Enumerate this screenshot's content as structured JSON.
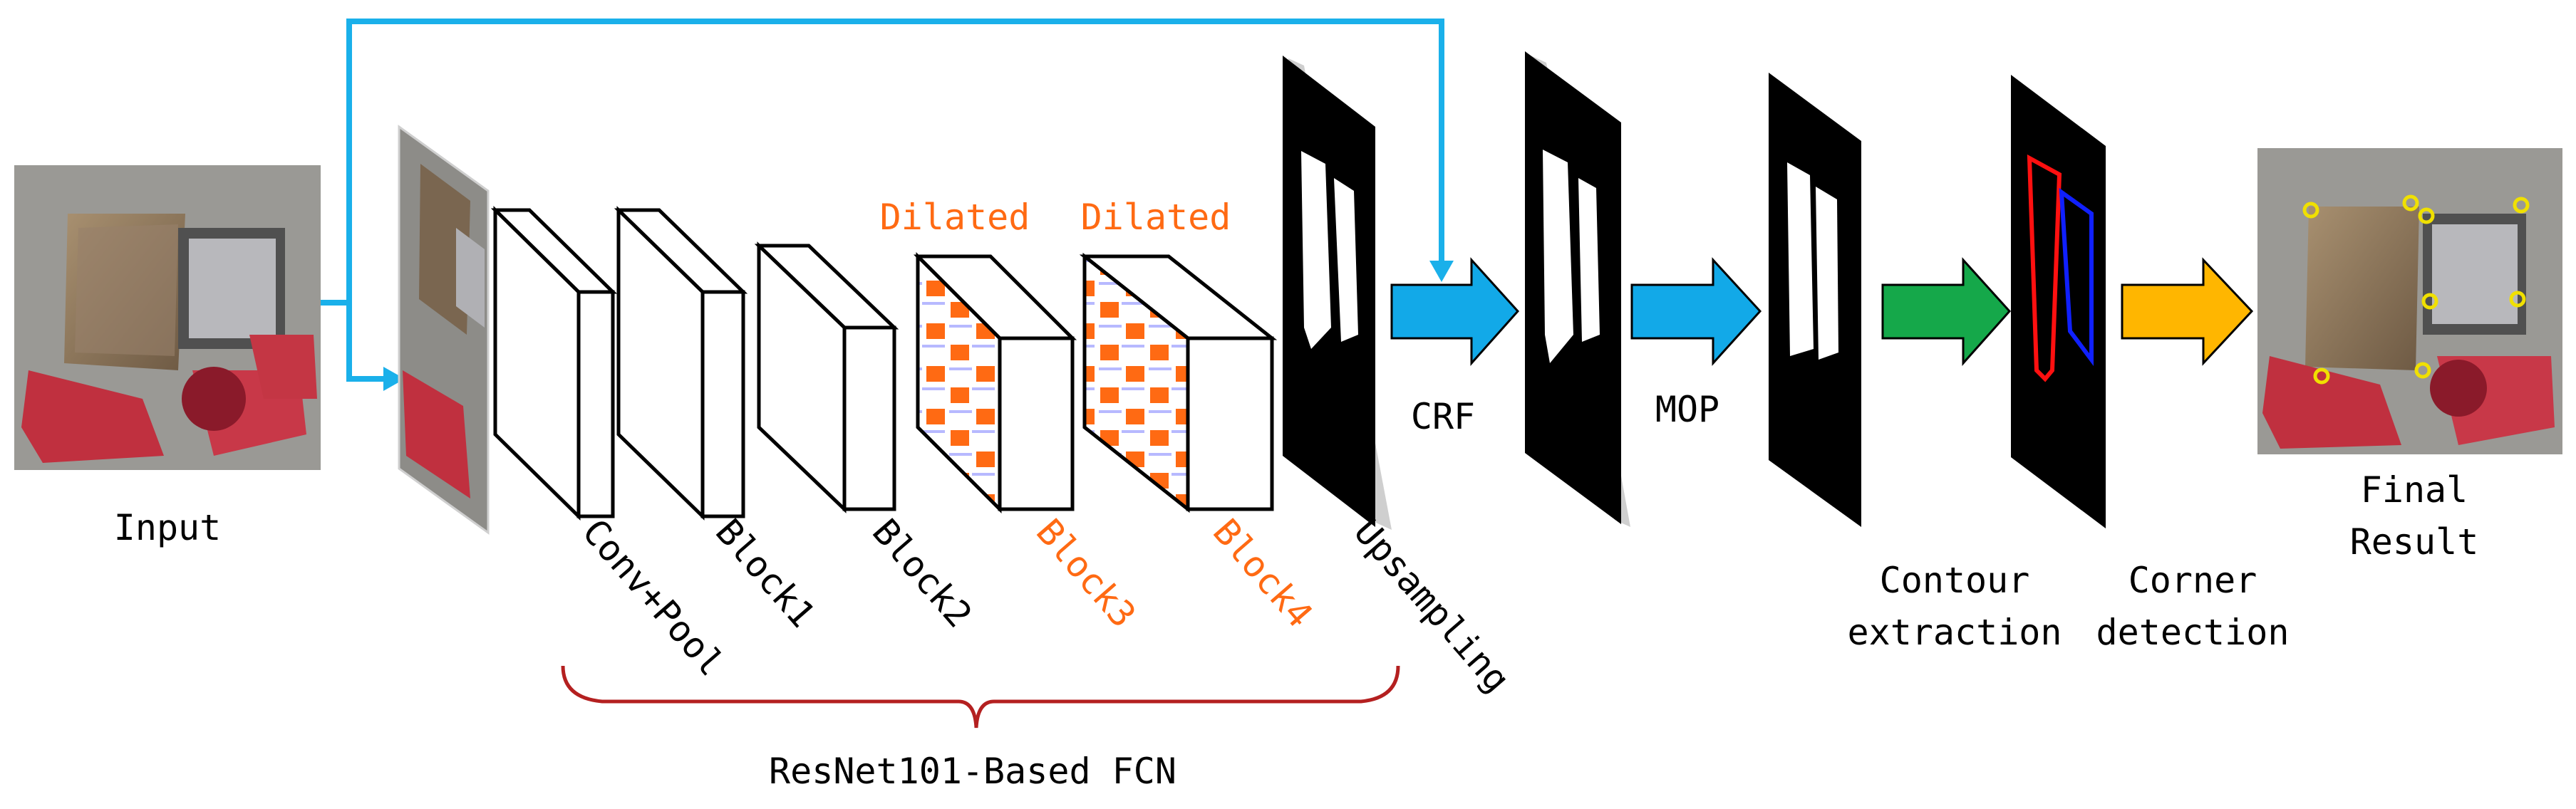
{
  "colors": {
    "skip_arrow": "#1ab0ea",
    "crf_arrow": "#12a9e8",
    "mop_arrow": "#12a9e8",
    "contour_arrow": "#15a84a",
    "corner_arrow": "#ffb600",
    "dilated_text": "#ff6a13",
    "brace": "#b42020",
    "corner_marker": "#f0e000",
    "contour_red": "#ff1010",
    "contour_blue": "#1020ff"
  },
  "labels": {
    "input": "Input",
    "final_line1": "Final",
    "final_line2": "Result",
    "crf": "CRF",
    "mop": "MOP",
    "contour_line1": "Contour",
    "contour_line2": "extraction",
    "corner_line1": "Corner",
    "corner_line2": "detection",
    "dilated_1": "Dilated",
    "dilated_2": "Dilated",
    "fcn": "ResNet101-Based FCN"
  },
  "blocks": [
    {
      "label": "Conv+Pool",
      "highlight": false
    },
    {
      "label": "Block1",
      "highlight": false
    },
    {
      "label": "Block2",
      "highlight": false
    },
    {
      "label": "Block3",
      "highlight": true
    },
    {
      "label": "Block4",
      "highlight": true
    },
    {
      "label": "Upsampling",
      "highlight": false
    }
  ]
}
